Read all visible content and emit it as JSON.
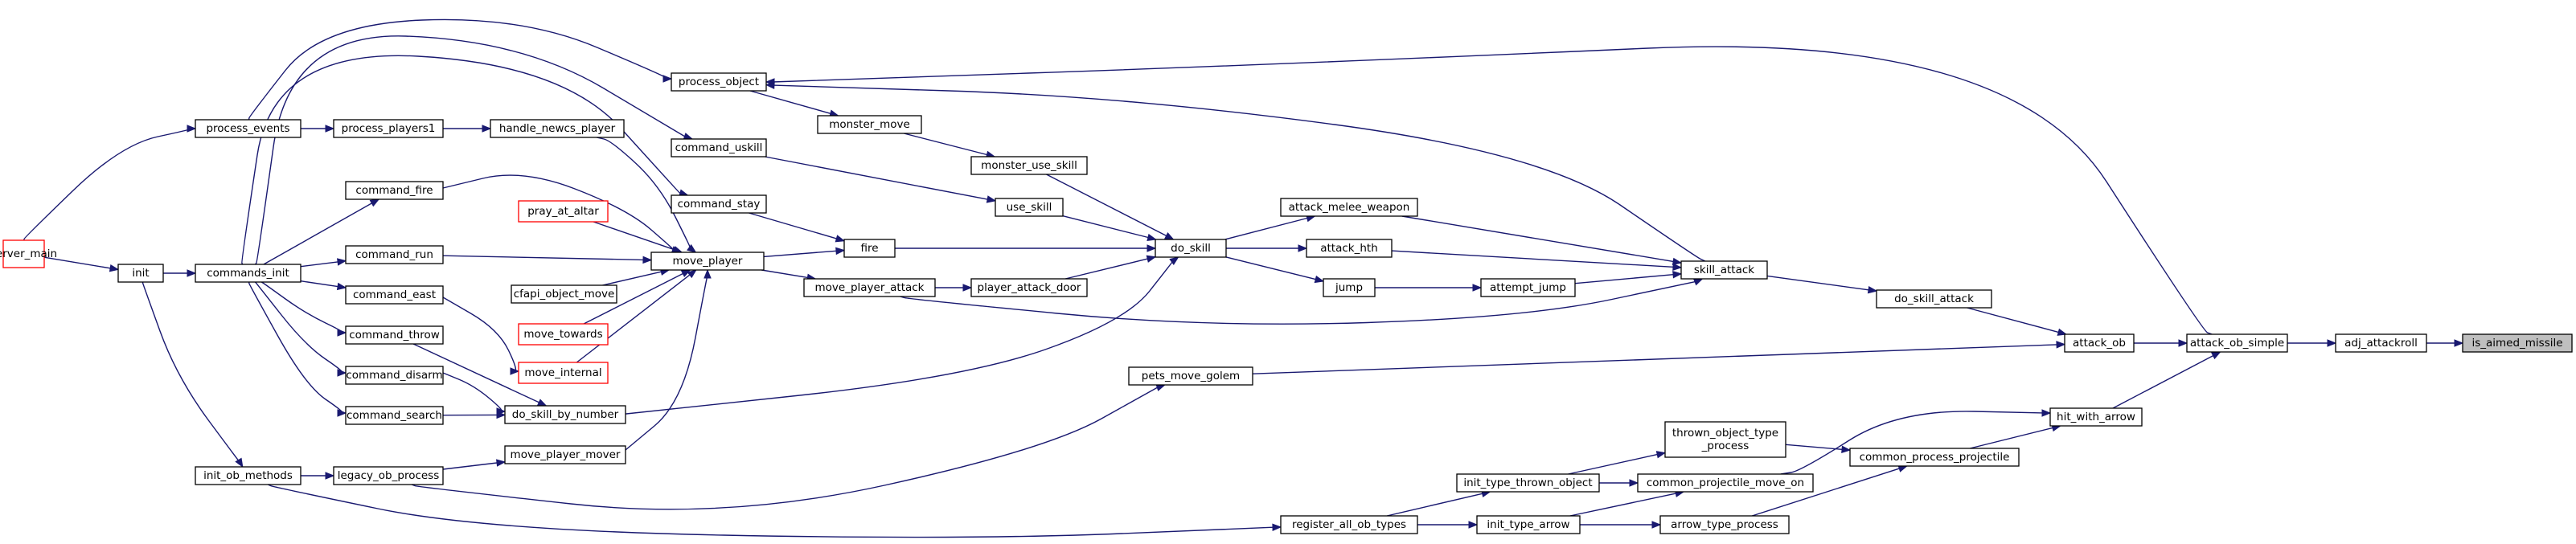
{
  "graph": {
    "colors": {
      "edge": "#191970",
      "node_border": "#000000",
      "missing_border": "#ff0000",
      "focus_fill": "#bfbfbf"
    },
    "nodes": {
      "server_main": {
        "label": "server_main",
        "style": "missing"
      },
      "init": {
        "label": "init"
      },
      "commands_init": {
        "label": "commands_init"
      },
      "process_events": {
        "label": "process_events"
      },
      "init_ob_methods": {
        "label": "init_ob_methods"
      },
      "process_object": {
        "label": "process_object"
      },
      "process_players1": {
        "label": "process_players1"
      },
      "handle_newcs_player": {
        "label": "handle_newcs_player"
      },
      "command_fire": {
        "label": "command_fire"
      },
      "command_run": {
        "label": "command_run"
      },
      "command_east": {
        "label": "command_east"
      },
      "command_throw": {
        "label": "command_throw"
      },
      "command_disarm": {
        "label": "command_disarm"
      },
      "command_search": {
        "label": "command_search"
      },
      "legacy_ob_process": {
        "label": "legacy_ob_process"
      },
      "command_uskill": {
        "label": "command_uskill"
      },
      "command_stay": {
        "label": "command_stay"
      },
      "pray_at_altar": {
        "label": "pray_at_altar",
        "style": "missing"
      },
      "move_player": {
        "label": "move_player"
      },
      "cfapi_object_move": {
        "label": "cfapi_object_move"
      },
      "move_towards": {
        "label": "move_towards",
        "style": "missing"
      },
      "move_internal": {
        "label": "move_internal",
        "style": "missing"
      },
      "do_skill_by_number": {
        "label": "do_skill_by_number"
      },
      "move_player_mover": {
        "label": "move_player_mover"
      },
      "monster_move": {
        "label": "monster_move"
      },
      "fire": {
        "label": "fire"
      },
      "move_player_attack": {
        "label": "move_player_attack"
      },
      "monster_use_skill": {
        "label": "monster_use_skill"
      },
      "use_skill": {
        "label": "use_skill"
      },
      "player_attack_door": {
        "label": "player_attack_door"
      },
      "do_skill": {
        "label": "do_skill"
      },
      "pets_move_golem": {
        "label": "pets_move_golem"
      },
      "attack_melee_weapon": {
        "label": "attack_melee_weapon"
      },
      "attack_hth": {
        "label": "attack_hth"
      },
      "jump": {
        "label": "jump"
      },
      "attempt_jump": {
        "label": "attempt_jump"
      },
      "register_all_ob_types": {
        "label": "register_all_ob_types"
      },
      "init_type_thrown_object": {
        "label": "init_type_thrown_object"
      },
      "init_type_arrow": {
        "label": "init_type_arrow"
      },
      "thrown_object_type_process": {
        "label": "thrown_object_type\n_process"
      },
      "common_projectile_move_on": {
        "label": "common_projectile_move_on"
      },
      "arrow_type_process": {
        "label": "arrow_type_process"
      },
      "skill_attack": {
        "label": "skill_attack"
      },
      "common_process_projectile": {
        "label": "common_process_projectile"
      },
      "do_skill_attack": {
        "label": "do_skill_attack"
      },
      "hit_with_arrow": {
        "label": "hit_with_arrow"
      },
      "attack_ob": {
        "label": "attack_ob"
      },
      "attack_ob_simple": {
        "label": "attack_ob_simple"
      },
      "adj_attackroll": {
        "label": "adj_attackroll"
      },
      "is_aimed_missile": {
        "label": "is_aimed_missile",
        "style": "focus"
      }
    },
    "edges": [
      [
        "adj_attackroll",
        "is_aimed_missile"
      ],
      [
        "attack_ob_simple",
        "adj_attackroll"
      ],
      [
        "attack_ob",
        "attack_ob_simple"
      ],
      [
        "hit_with_arrow",
        "attack_ob_simple"
      ],
      [
        "attack_ob_simple",
        "process_object"
      ],
      [
        "do_skill_attack",
        "attack_ob"
      ],
      [
        "pets_move_golem",
        "attack_ob"
      ],
      [
        "skill_attack",
        "do_skill_attack"
      ],
      [
        "attack_melee_weapon",
        "skill_attack"
      ],
      [
        "attack_hth",
        "skill_attack"
      ],
      [
        "attempt_jump",
        "skill_attack"
      ],
      [
        "move_player_attack",
        "skill_attack"
      ],
      [
        "skill_attack",
        "process_object"
      ],
      [
        "common_process_projectile",
        "hit_with_arrow"
      ],
      [
        "common_projectile_move_on",
        "hit_with_arrow"
      ],
      [
        "thrown_object_type_process",
        "common_process_projectile"
      ],
      [
        "arrow_type_process",
        "common_process_projectile"
      ],
      [
        "init_type_thrown_object",
        "thrown_object_type_process"
      ],
      [
        "init_type_thrown_object",
        "common_projectile_move_on"
      ],
      [
        "init_type_arrow",
        "common_projectile_move_on"
      ],
      [
        "init_type_arrow",
        "arrow_type_process"
      ],
      [
        "register_all_ob_types",
        "init_type_thrown_object"
      ],
      [
        "register_all_ob_types",
        "init_type_arrow"
      ],
      [
        "init_ob_methods",
        "register_all_ob_types"
      ],
      [
        "do_skill",
        "attack_melee_weapon"
      ],
      [
        "do_skill",
        "attack_hth"
      ],
      [
        "do_skill",
        "jump"
      ],
      [
        "jump",
        "attempt_jump"
      ],
      [
        "monster_use_skill",
        "do_skill"
      ],
      [
        "use_skill",
        "do_skill"
      ],
      [
        "fire",
        "do_skill"
      ],
      [
        "player_attack_door",
        "do_skill"
      ],
      [
        "do_skill_by_number",
        "do_skill"
      ],
      [
        "monster_move",
        "monster_use_skill"
      ],
      [
        "process_object",
        "monster_move"
      ],
      [
        "command_uskill",
        "use_skill"
      ],
      [
        "command_stay",
        "fire"
      ],
      [
        "move_player",
        "fire"
      ],
      [
        "move_player",
        "move_player_attack"
      ],
      [
        "move_player_attack",
        "player_attack_door"
      ],
      [
        "legacy_ob_process",
        "pets_move_golem"
      ],
      [
        "pray_at_altar",
        "move_player"
      ],
      [
        "handle_newcs_player",
        "move_player"
      ],
      [
        "command_fire",
        "move_player"
      ],
      [
        "command_run",
        "move_player"
      ],
      [
        "cfapi_object_move",
        "move_player"
      ],
      [
        "move_towards",
        "move_player"
      ],
      [
        "move_internal",
        "move_player"
      ],
      [
        "move_player_mover",
        "move_player"
      ],
      [
        "command_east",
        "move_internal"
      ],
      [
        "command_throw",
        "do_skill_by_number"
      ],
      [
        "command_disarm",
        "do_skill_by_number"
      ],
      [
        "command_search",
        "do_skill_by_number"
      ],
      [
        "legacy_ob_process",
        "move_player_mover"
      ],
      [
        "init_ob_methods",
        "legacy_ob_process"
      ],
      [
        "process_players1",
        "handle_newcs_player"
      ],
      [
        "process_events",
        "process_players1"
      ],
      [
        "process_events",
        "process_object"
      ],
      [
        "commands_init",
        "command_fire"
      ],
      [
        "commands_init",
        "command_run"
      ],
      [
        "commands_init",
        "command_east"
      ],
      [
        "commands_init",
        "command_throw"
      ],
      [
        "commands_init",
        "command_disarm"
      ],
      [
        "commands_init",
        "command_search"
      ],
      [
        "commands_init",
        "command_uskill"
      ],
      [
        "commands_init",
        "command_stay"
      ],
      [
        "init",
        "commands_init"
      ],
      [
        "init",
        "init_ob_methods"
      ],
      [
        "server_main",
        "init"
      ],
      [
        "server_main",
        "process_events"
      ]
    ]
  }
}
